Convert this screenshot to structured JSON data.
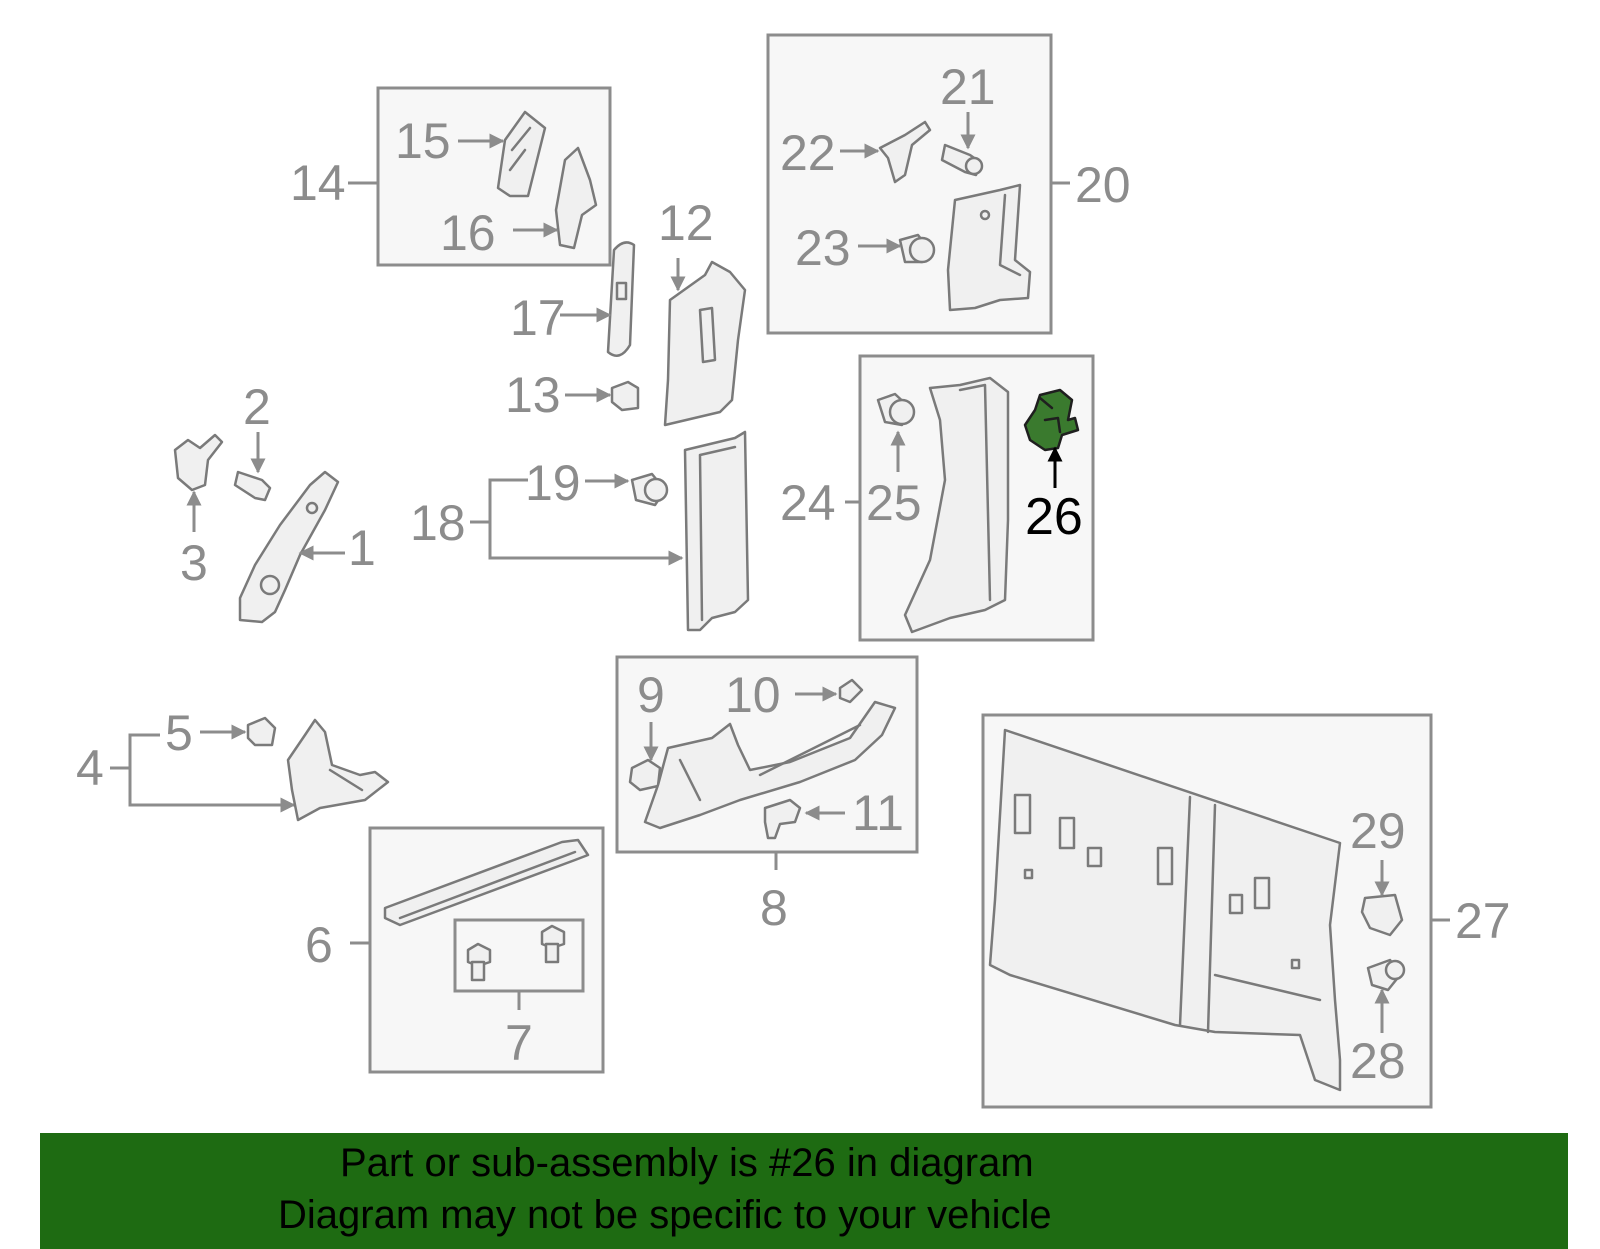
{
  "callouts": {
    "c1": "1",
    "c2": "2",
    "c3": "3",
    "c4": "4",
    "c5": "5",
    "c6": "6",
    "c7": "7",
    "c8": "8",
    "c9": "9",
    "c10": "10",
    "c11": "11",
    "c12": "12",
    "c13": "13",
    "c14": "14",
    "c15": "15",
    "c16": "16",
    "c17": "17",
    "c18": "18",
    "c19": "19",
    "c20": "20",
    "c21": "21",
    "c22": "22",
    "c23": "23",
    "c24": "24",
    "c25": "25",
    "c26": "26",
    "c27": "27",
    "c28": "28",
    "c29": "29"
  },
  "highlighted_part": "26",
  "colors": {
    "highlight": "#3a7a2e",
    "banner": "#1e6b12",
    "linework": "#8c8c8c"
  },
  "banner": {
    "line1": "Part or sub-assembly is #26 in diagram",
    "line2": "Diagram may not be specific to your vehicle"
  }
}
